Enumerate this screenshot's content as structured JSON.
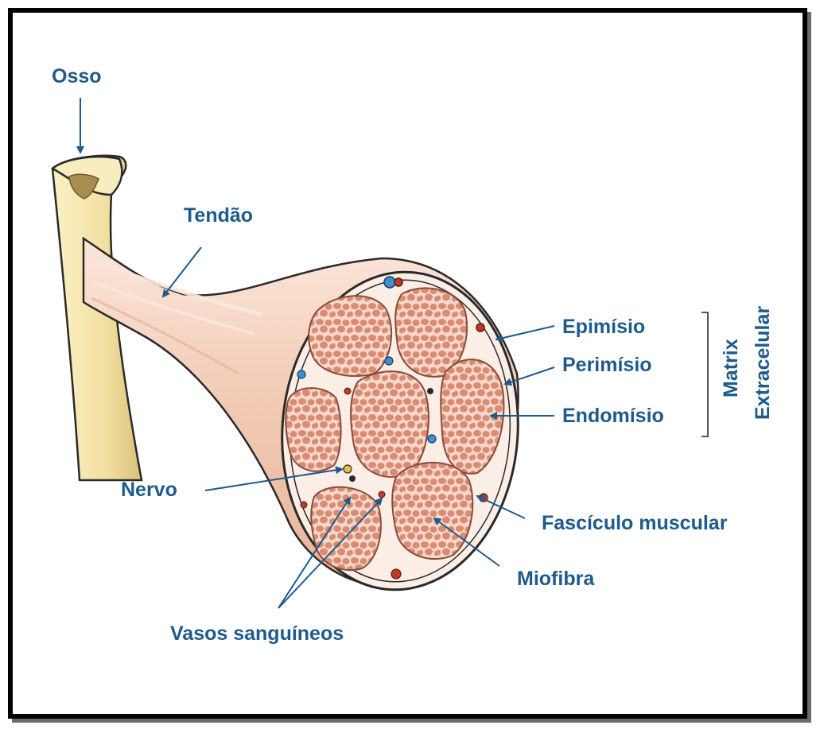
{
  "labels": {
    "osso": "Osso",
    "tendao": "Tendão",
    "epimisio": "Epimísio",
    "perimisio": "Perimísio",
    "endomisio": "Endomísio",
    "matrix": "Matrix",
    "extracelular": "Extracelular",
    "nervo": "Nervo",
    "fasciculo": "Fascículo muscular",
    "miofibra": "Miofibra",
    "vasos": "Vasos sanguíneos"
  },
  "colors": {
    "label_text": "#1f5a8c",
    "arrow": "#1f5a8c",
    "bone": "#f2e3a6",
    "bone_shadow": "#d9c47a",
    "muscle_outer": "#f3d3c1",
    "muscle_shadow": "#e8b39c",
    "fascicle_fill": "#e9a98f",
    "fibre_fill": "#d98c72",
    "connective": "#fbeee6",
    "vessel_red": "#c0392b",
    "vessel_blue": "#3d8fd1"
  }
}
